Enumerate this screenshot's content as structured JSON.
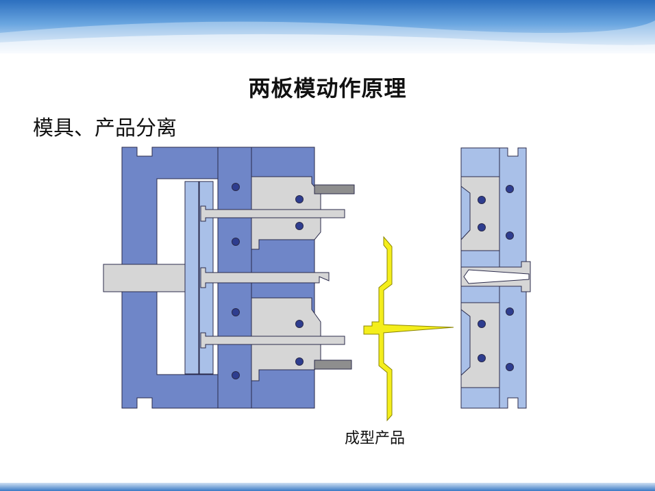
{
  "slide": {
    "title": "两板模动作原理",
    "subtitle": "模具、产品分离"
  },
  "diagram": {
    "product_label": "成型产品"
  },
  "colors": {
    "dark_plate": "#6f86c8",
    "light_plate": "#a9c0e8",
    "insert_gray": "#d6d6d6",
    "rod_gray": "#8e8e8e",
    "product_yellow": "#f4ee1c",
    "pin_dot": "#2e3d8f",
    "outline": "#2a2a4a"
  }
}
